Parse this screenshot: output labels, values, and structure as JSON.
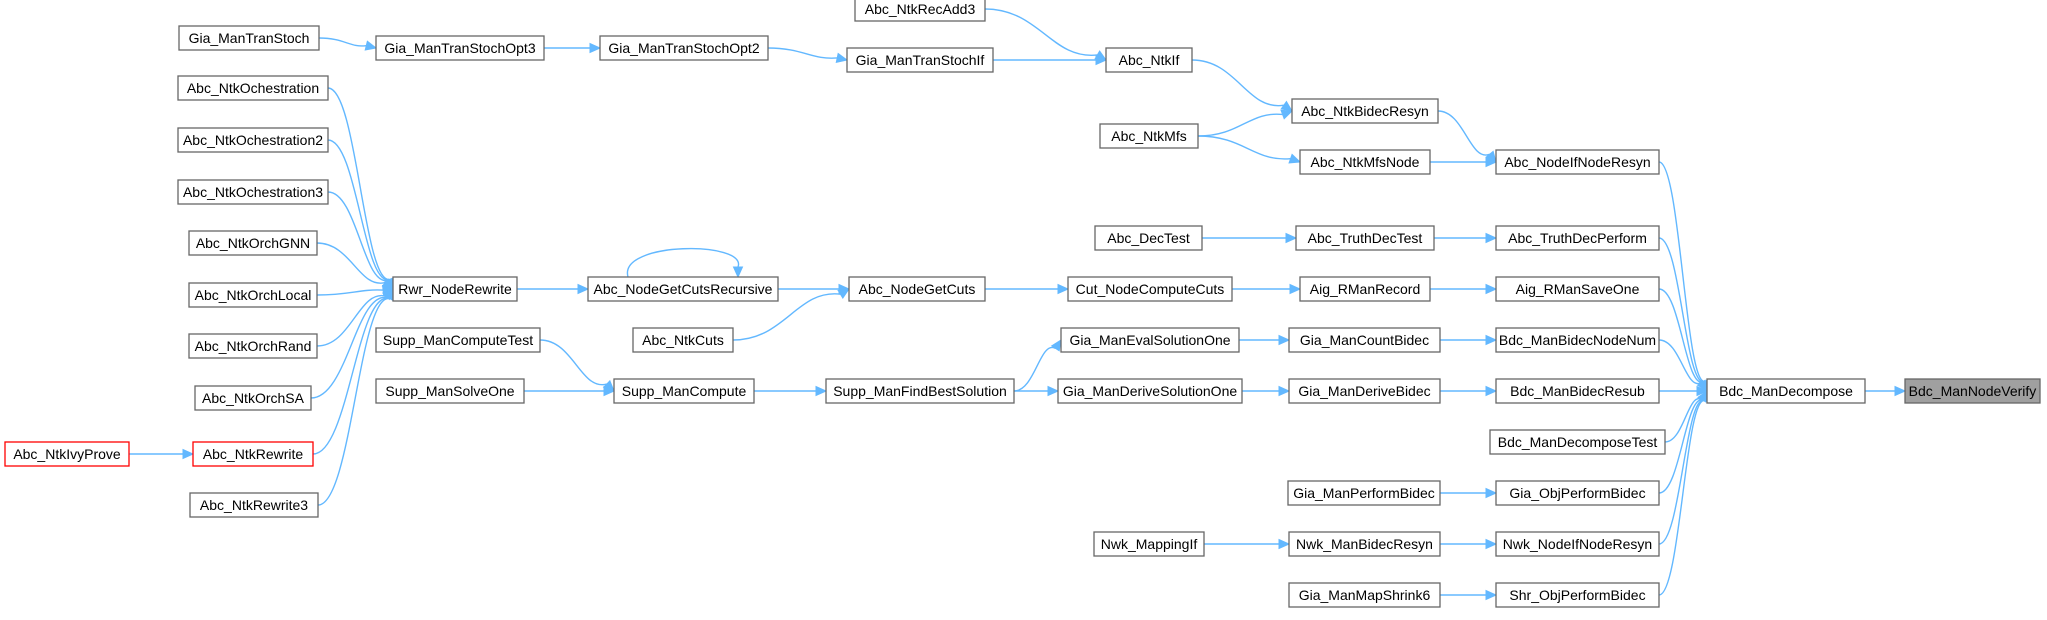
{
  "graph": {
    "colors": {
      "edge": "#63b8ff",
      "node_border": "#666666",
      "root_fill": "#a0a0a0",
      "highlight_border": "#ff0000"
    },
    "nodes": [
      {
        "id": "n_root",
        "label": "Bdc_ManNodeVerify",
        "style": "root"
      },
      {
        "id": "n_decompose",
        "label": "Bdc_ManDecompose"
      },
      {
        "id": "n_nodeifnoderesyn",
        "label": "Abc_NodeIfNodeResyn"
      },
      {
        "id": "n_truthdecperform",
        "label": "Abc_TruthDecPerform"
      },
      {
        "id": "n_rmansaveone",
        "label": "Aig_RManSaveOne"
      },
      {
        "id": "n_bidecnodenum",
        "label": "Bdc_ManBidecNodeNum"
      },
      {
        "id": "n_bidecresub",
        "label": "Bdc_ManBidecResub"
      },
      {
        "id": "n_decomposetest",
        "label": "Bdc_ManDecomposeTest"
      },
      {
        "id": "n_objperformbidec",
        "label": "Gia_ObjPerformBidec"
      },
      {
        "id": "n_nwknodeifnoderesyn",
        "label": "Nwk_NodeIfNodeResyn"
      },
      {
        "id": "n_shrobjperformbidec",
        "label": "Shr_ObjPerformBidec"
      },
      {
        "id": "n_ntkbidecresyn",
        "label": "Abc_NtkBidecResyn"
      },
      {
        "id": "n_ntkmfsnode",
        "label": "Abc_NtkMfsNode"
      },
      {
        "id": "n_ntkif",
        "label": "Abc_NtkIf"
      },
      {
        "id": "n_ntkmfs",
        "label": "Abc_NtkMfs"
      },
      {
        "id": "n_ntkrecadd3",
        "label": "Abc_NtkRecAdd3"
      },
      {
        "id": "n_trantstochif",
        "label": "Gia_ManTranStochIf"
      },
      {
        "id": "n_transtochopt2",
        "label": "Gia_ManTranStochOpt2"
      },
      {
        "id": "n_transtochopt3",
        "label": "Gia_ManTranStochOpt3"
      },
      {
        "id": "n_transtoch",
        "label": "Gia_ManTranStoch"
      },
      {
        "id": "n_truthdectest",
        "label": "Abc_TruthDecTest"
      },
      {
        "id": "n_dectest",
        "label": "Abc_DecTest"
      },
      {
        "id": "n_rmanrecord",
        "label": "Aig_RManRecord"
      },
      {
        "id": "n_cutnodecomputecuts",
        "label": "Cut_NodeComputeCuts"
      },
      {
        "id": "n_nodegetcuts",
        "label": "Abc_NodeGetCuts"
      },
      {
        "id": "n_nodegetcutsrec",
        "label": "Abc_NodeGetCutsRecursive"
      },
      {
        "id": "n_ntkcuts",
        "label": "Abc_NtkCuts"
      },
      {
        "id": "n_rwrnoderewrite",
        "label": "Rwr_NodeRewrite"
      },
      {
        "id": "n_orch",
        "label": "Abc_NtkOchestration"
      },
      {
        "id": "n_orch2",
        "label": "Abc_NtkOchestration2"
      },
      {
        "id": "n_orch3",
        "label": "Abc_NtkOchestration3"
      },
      {
        "id": "n_orchgnn",
        "label": "Abc_NtkOrchGNN"
      },
      {
        "id": "n_orchlocal",
        "label": "Abc_NtkOrchLocal"
      },
      {
        "id": "n_orchrand",
        "label": "Abc_NtkOrchRand"
      },
      {
        "id": "n_orchsa",
        "label": "Abc_NtkOrchSA"
      },
      {
        "id": "n_ntkrewrite",
        "label": "Abc_NtkRewrite",
        "style": "red"
      },
      {
        "id": "n_ntkivyprove",
        "label": "Abc_NtkIvyProve",
        "style": "red"
      },
      {
        "id": "n_ntkrewrite3",
        "label": "Abc_NtkRewrite3"
      },
      {
        "id": "n_countbidec",
        "label": "Gia_ManCountBidec"
      },
      {
        "id": "n_evalsolutionone",
        "label": "Gia_ManEvalSolutionOne"
      },
      {
        "id": "n_derivebidec",
        "label": "Gia_ManDeriveBidec"
      },
      {
        "id": "n_derivesolutionone",
        "label": "Gia_ManDeriveSolutionOne"
      },
      {
        "id": "n_findbestsolution",
        "label": "Supp_ManFindBestSolution"
      },
      {
        "id": "n_suppmancompute",
        "label": "Supp_ManCompute"
      },
      {
        "id": "n_suppcomputetest",
        "label": "Supp_ManComputeTest"
      },
      {
        "id": "n_suppsolveone",
        "label": "Supp_ManSolveOne"
      },
      {
        "id": "n_performbidec",
        "label": "Gia_ManPerformBidec"
      },
      {
        "id": "n_nwkbidecresyn",
        "label": "Nwk_ManBidecResyn"
      },
      {
        "id": "n_nwkmappingif",
        "label": "Nwk_MappingIf"
      },
      {
        "id": "n_mapshrink6",
        "label": "Gia_ManMapShrink6"
      }
    ],
    "edges": [
      {
        "from": "n_decompose",
        "to": "n_root"
      },
      {
        "from": "n_nodeifnoderesyn",
        "to": "n_decompose"
      },
      {
        "from": "n_truthdecperform",
        "to": "n_decompose"
      },
      {
        "from": "n_rmansaveone",
        "to": "n_decompose"
      },
      {
        "from": "n_bidecnodenum",
        "to": "n_decompose"
      },
      {
        "from": "n_bidecresub",
        "to": "n_decompose"
      },
      {
        "from": "n_decomposetest",
        "to": "n_decompose"
      },
      {
        "from": "n_objperformbidec",
        "to": "n_decompose"
      },
      {
        "from": "n_nwknodeifnoderesyn",
        "to": "n_decompose"
      },
      {
        "from": "n_shrobjperformbidec",
        "to": "n_decompose"
      },
      {
        "from": "n_ntkbidecresyn",
        "to": "n_nodeifnoderesyn"
      },
      {
        "from": "n_ntkmfsnode",
        "to": "n_nodeifnoderesyn"
      },
      {
        "from": "n_ntkif",
        "to": "n_ntkbidecresyn"
      },
      {
        "from": "n_ntkmfs",
        "to": "n_ntkbidecresyn"
      },
      {
        "from": "n_ntkmfs",
        "to": "n_ntkmfsnode"
      },
      {
        "from": "n_ntkrecadd3",
        "to": "n_ntkif"
      },
      {
        "from": "n_trantstochif",
        "to": "n_ntkif"
      },
      {
        "from": "n_transtochopt2",
        "to": "n_trantstochif"
      },
      {
        "from": "n_transtochopt3",
        "to": "n_transtochopt2"
      },
      {
        "from": "n_transtoch",
        "to": "n_transtochopt3"
      },
      {
        "from": "n_truthdectest",
        "to": "n_truthdecperform"
      },
      {
        "from": "n_dectest",
        "to": "n_truthdectest"
      },
      {
        "from": "n_rmanrecord",
        "to": "n_rmansaveone"
      },
      {
        "from": "n_cutnodecomputecuts",
        "to": "n_rmanrecord"
      },
      {
        "from": "n_nodegetcuts",
        "to": "n_cutnodecomputecuts"
      },
      {
        "from": "n_nodegetcutsrec",
        "to": "n_nodegetcuts"
      },
      {
        "from": "n_nodegetcutsrec",
        "to": "n_nodegetcutsrec",
        "loop": true
      },
      {
        "from": "n_ntkcuts",
        "to": "n_nodegetcuts"
      },
      {
        "from": "n_rwrnoderewrite",
        "to": "n_nodegetcutsrec"
      },
      {
        "from": "n_orch",
        "to": "n_rwrnoderewrite"
      },
      {
        "from": "n_orch2",
        "to": "n_rwrnoderewrite"
      },
      {
        "from": "n_orch3",
        "to": "n_rwrnoderewrite"
      },
      {
        "from": "n_orchgnn",
        "to": "n_rwrnoderewrite"
      },
      {
        "from": "n_orchlocal",
        "to": "n_rwrnoderewrite"
      },
      {
        "from": "n_orchrand",
        "to": "n_rwrnoderewrite"
      },
      {
        "from": "n_orchsa",
        "to": "n_rwrnoderewrite"
      },
      {
        "from": "n_ntkrewrite",
        "to": "n_rwrnoderewrite"
      },
      {
        "from": "n_ntkrewrite3",
        "to": "n_rwrnoderewrite"
      },
      {
        "from": "n_ntkivyprove",
        "to": "n_ntkrewrite"
      },
      {
        "from": "n_countbidec",
        "to": "n_bidecnodenum"
      },
      {
        "from": "n_evalsolutionone",
        "to": "n_countbidec"
      },
      {
        "from": "n_derivebidec",
        "to": "n_bidecresub"
      },
      {
        "from": "n_derivesolutionone",
        "to": "n_derivebidec"
      },
      {
        "from": "n_findbestsolution",
        "to": "n_evalsolutionone"
      },
      {
        "from": "n_findbestsolution",
        "to": "n_derivesolutionone"
      },
      {
        "from": "n_suppmancompute",
        "to": "n_findbestsolution"
      },
      {
        "from": "n_suppcomputetest",
        "to": "n_suppmancompute"
      },
      {
        "from": "n_suppsolveone",
        "to": "n_suppmancompute"
      },
      {
        "from": "n_performbidec",
        "to": "n_objperformbidec"
      },
      {
        "from": "n_nwkbidecresyn",
        "to": "n_nwknodeifnoderesyn"
      },
      {
        "from": "n_nwkmappingif",
        "to": "n_nwkbidecresyn"
      },
      {
        "from": "n_mapshrink6",
        "to": "n_shrobjperformbidec"
      }
    ]
  }
}
